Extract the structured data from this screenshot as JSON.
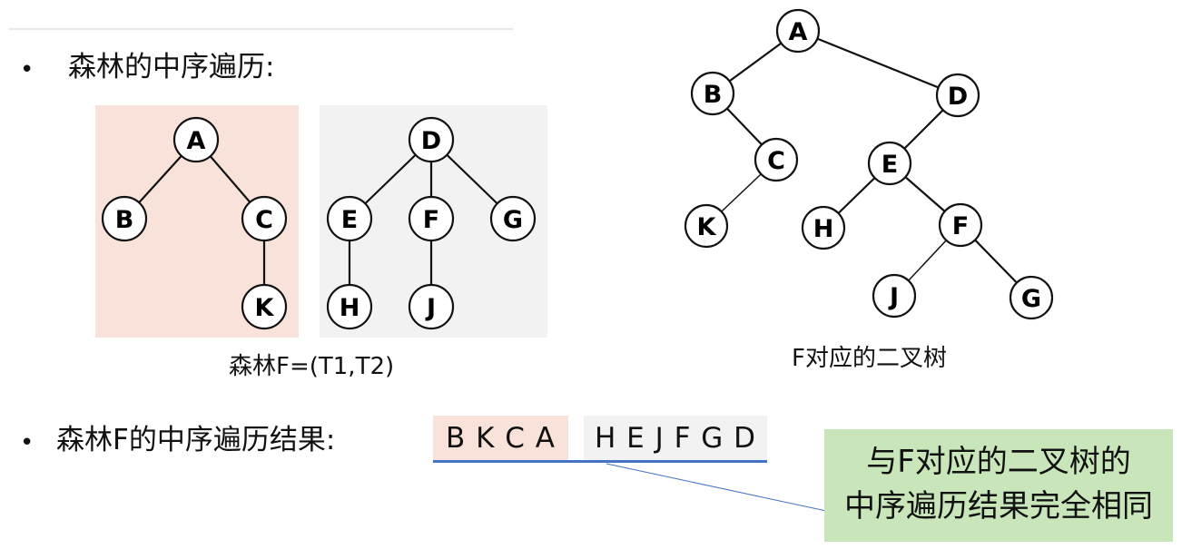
{
  "top_rule": true,
  "section1": {
    "bullet": "•",
    "heading": "森林的中序遍历:"
  },
  "forest": {
    "caption": "森林F=(T1,T2)",
    "tree1_color": "#f9e2da",
    "tree2_color": "#f2f2f2",
    "tree1": {
      "nodes": [
        "A",
        "B",
        "C",
        "K"
      ],
      "edges": [
        [
          "A",
          "B"
        ],
        [
          "A",
          "C"
        ],
        [
          "C",
          "K"
        ]
      ]
    },
    "tree2": {
      "nodes": [
        "D",
        "E",
        "F",
        "G",
        "H",
        "J"
      ],
      "edges": [
        [
          "D",
          "E"
        ],
        [
          "D",
          "F"
        ],
        [
          "D",
          "G"
        ],
        [
          "E",
          "H"
        ],
        [
          "F",
          "J"
        ]
      ]
    }
  },
  "binary_tree": {
    "caption": "F对应的二叉树",
    "nodes": [
      "A",
      "B",
      "D",
      "C",
      "E",
      "K",
      "H",
      "F",
      "J",
      "G"
    ],
    "edges": [
      [
        "A",
        "B"
      ],
      [
        "A",
        "D"
      ],
      [
        "B",
        "C"
      ],
      [
        "C",
        "K"
      ],
      [
        "D",
        "E"
      ],
      [
        "E",
        "H"
      ],
      [
        "E",
        "F"
      ],
      [
        "F",
        "J"
      ],
      [
        "F",
        "G"
      ]
    ]
  },
  "section2": {
    "bullet": "•",
    "heading": "森林F的中序遍历结果:",
    "seq1": "B K C A",
    "seq2": "H E J F G D",
    "seq1_color": "#f9e2da",
    "seq2_color": "#f2f2f2",
    "underline_color": "#4472c4"
  },
  "callout": {
    "line1": "与F对应的二叉树的",
    "line2": "中序遍历结果完全相同",
    "color": "#c9e6ba"
  }
}
